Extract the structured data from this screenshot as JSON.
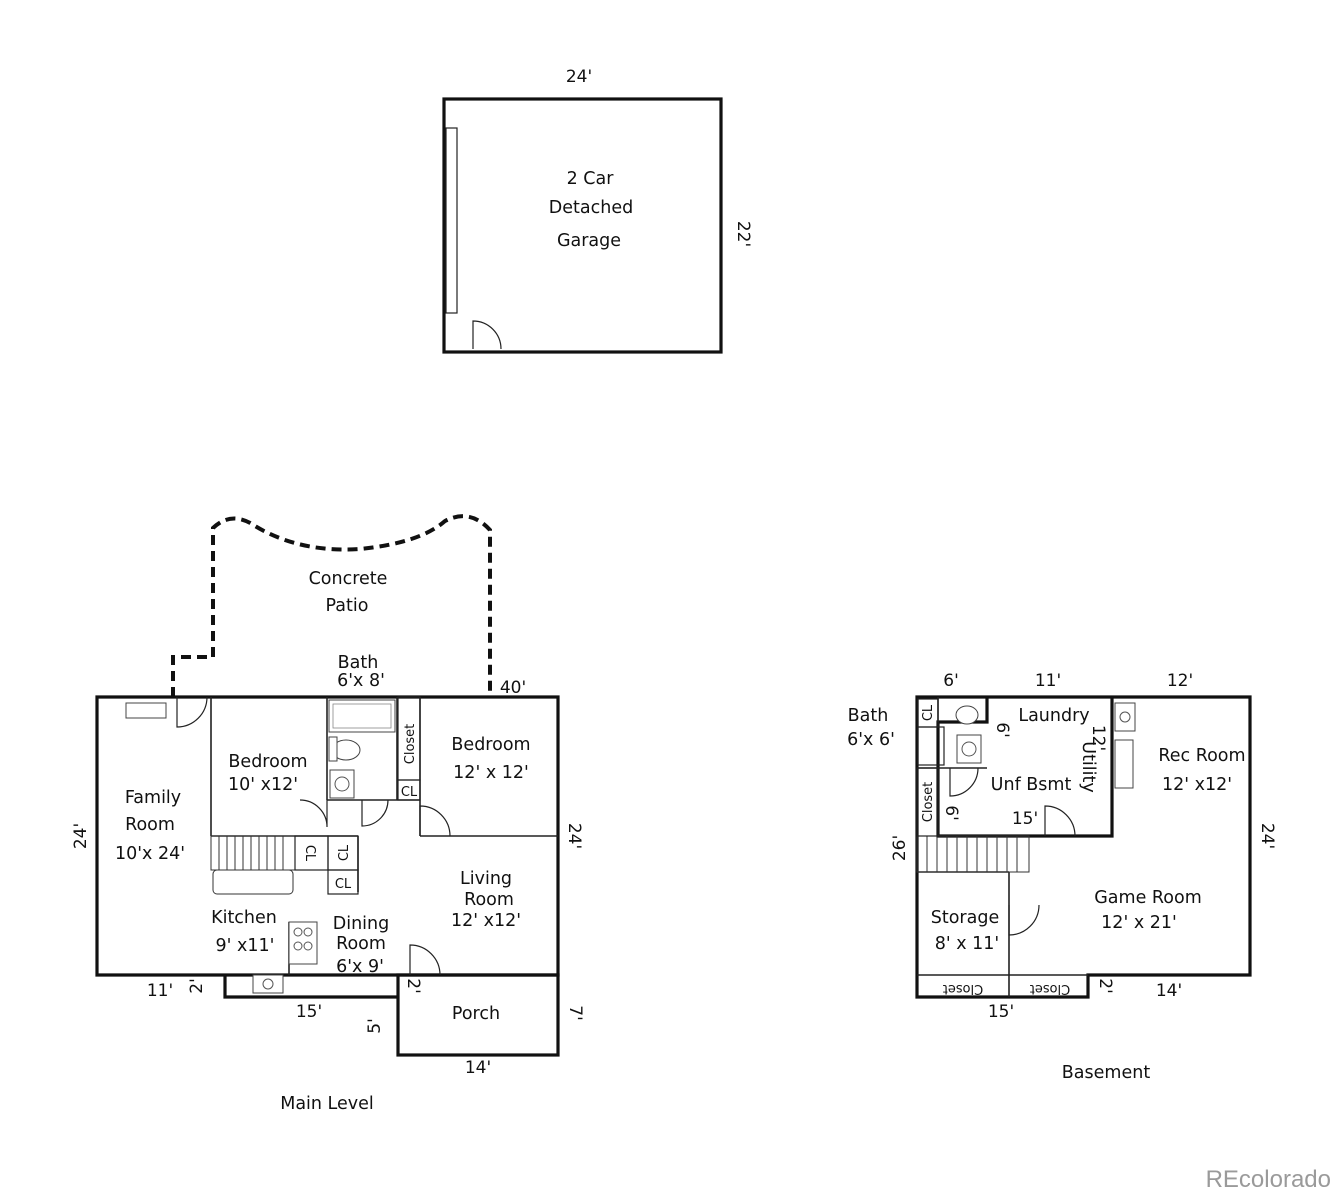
{
  "garage": {
    "line1": "2 Car",
    "line2": "Detached",
    "line3": "Garage",
    "dim_top": "24'",
    "dim_right": "22'"
  },
  "patio": {
    "line1": "Concrete",
    "line2": "Patio"
  },
  "main": {
    "caption": "Main Level",
    "bath": {
      "name": "Bath",
      "size": "6'x 8'"
    },
    "family": {
      "line1": "Family",
      "line2": "Room",
      "size": "10'x 24'"
    },
    "bedroom1": {
      "name": "Bedroom",
      "size": "10' x12'"
    },
    "bedroom2": {
      "name": "Bedroom",
      "size": "12' x 12'"
    },
    "closet": "Closet",
    "cl": "CL",
    "living": {
      "line1": "Living",
      "line2": "Room",
      "size": "12' x12'"
    },
    "kitchen": {
      "name": "Kitchen",
      "size": "9' x11'"
    },
    "dining": {
      "line1": "Dining",
      "line2": "Room",
      "size": "6'x 9'"
    },
    "porch": "Porch",
    "dims": {
      "top": "40'",
      "left": "24'",
      "right": "24'",
      "bl": "11'",
      "b2": "2'",
      "b15": "15'",
      "b5": "5'",
      "p2": "2'",
      "p7": "7'",
      "p14": "14'"
    }
  },
  "basement": {
    "caption": "Basement",
    "bath": {
      "name": "Bath",
      "size": "6'x 6'"
    },
    "laundry": "Laundry",
    "utility": "Utility",
    "unf": "Unf  Bsmt",
    "rec": {
      "name": "Rec Room",
      "size": "12' x12'"
    },
    "game": {
      "name": "Game Room",
      "size": "12' x 21'"
    },
    "storage": {
      "name": "Storage",
      "size": "8' x 11'"
    },
    "closet": "Closet",
    "cl": "CL",
    "dims": {
      "t6": "6'",
      "t11": "11'",
      "t12": "12'",
      "left": "26'",
      "right": "24'",
      "i6a": "6'",
      "i12": "12'",
      "i6b": "6'",
      "i15": "15'",
      "b15": "15'",
      "b2": "2'",
      "b14": "14'"
    }
  },
  "watermark": "REcolorado"
}
